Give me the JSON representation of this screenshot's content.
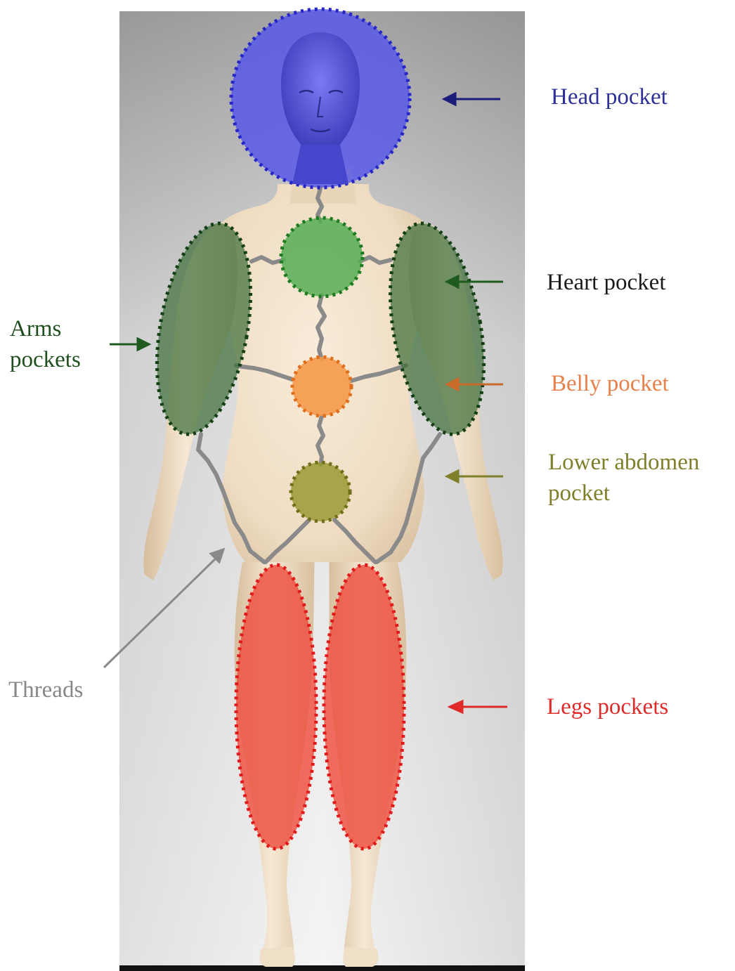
{
  "labels": {
    "head": "Head pocket",
    "heart": "Heart pocket",
    "arms_line1": "Arms",
    "arms_line2": "pockets",
    "belly": "Belly pocket",
    "lower_line1": "Lower abdomen",
    "lower_line2": "pocket",
    "threads": "Threads",
    "legs": "Legs pockets"
  },
  "colors": {
    "head": "#2f2f9a",
    "head_fill": "#5a5ae6",
    "heart": "#1b1b1b",
    "heart_fill": "#66b866",
    "arms": "#1f4f1f",
    "arms_fill": "#4f7a4a",
    "belly": "#e8804a",
    "belly_fill": "#f29a4e",
    "lower": "#7f7f2a",
    "lower_fill": "#9a9a3a",
    "threads": "#888888",
    "legs": "#e02a2a",
    "legs_fill": "#ee5c4c"
  },
  "icons": {
    "arrow": "arrow-icon",
    "figure": "human-figure"
  }
}
